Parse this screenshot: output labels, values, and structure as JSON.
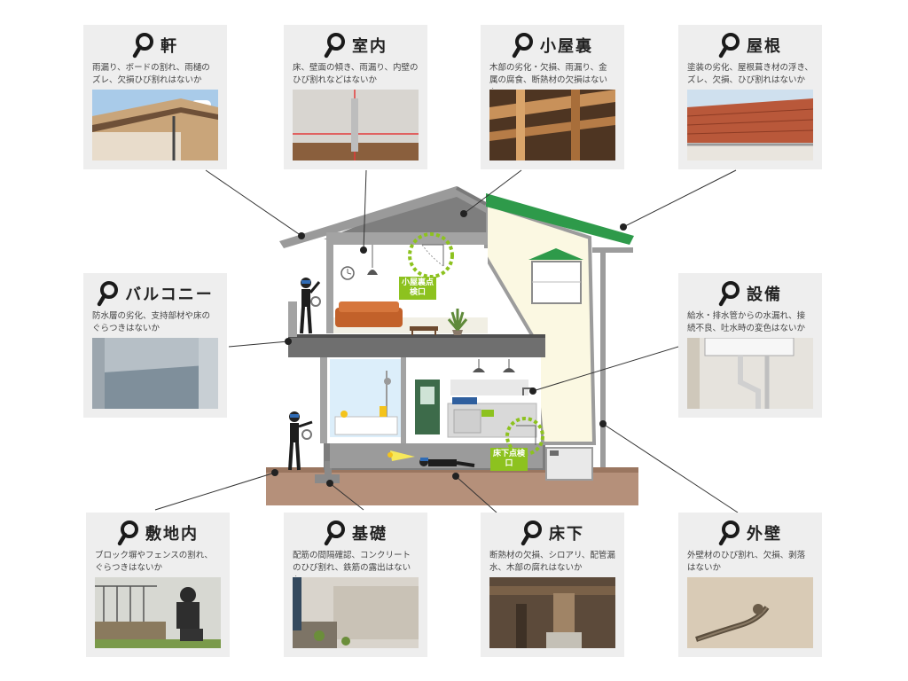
{
  "cards": [
    {
      "id": "eaves",
      "title": "軒",
      "description": "雨漏り、ボードの割れ、雨樋のズレ、欠損ひび割れはないか",
      "photo": "eaves-gutter-photo"
    },
    {
      "id": "interior",
      "title": "室内",
      "description": "床、壁面の傾き、雨漏り、内壁のひび割れなどはないか",
      "photo": "room-laser-level-photo"
    },
    {
      "id": "attic",
      "title": "小屋裏",
      "description": "木部の劣化・欠損、雨漏り、金属の腐食、断熱材の欠損はないか",
      "photo": "attic-timber-photo"
    },
    {
      "id": "roof",
      "title": "屋根",
      "description": "塗装の劣化、屋根葺き材の浮き、ズレ、欠損、ひび割れはないか",
      "photo": "roof-tiles-photo"
    },
    {
      "id": "balcony",
      "title": "バルコニー",
      "description": "防水層の劣化、支持部材や床のぐらつきはないか",
      "photo": "balcony-floor-photo"
    },
    {
      "id": "equipment",
      "title": "設備",
      "description": "給水・排水管からの水漏れ、接続不良、吐水時の変色はないか",
      "photo": "sink-pipes-photo"
    },
    {
      "id": "site",
      "title": "敷地内",
      "description": "ブロック塀やフェンスの割れ、ぐらつきはないか",
      "photo": "block-wall-photo"
    },
    {
      "id": "foundation",
      "title": "基礎",
      "description": "配筋の間隔確認、コンクリートのひび割れ、鉄筋の露出はないか",
      "photo": "foundation-photo"
    },
    {
      "id": "underfloor",
      "title": "床下",
      "description": "断熱材の欠損、シロアリ、配管漏水、木部の腐れはないか",
      "photo": "underfloor-photo"
    },
    {
      "id": "exterior",
      "title": "外壁",
      "description": "外壁材のひび割れ、欠損、剥落はないか",
      "photo": "exterior-wall-photo"
    }
  ],
  "hatches": {
    "attic": "小屋裏点検口",
    "underfloor": "床下点検口"
  },
  "colors": {
    "card_bg": "#eeeeee",
    "accent_green": "#8dc21f",
    "roof_green": "#2e9a4a",
    "ground_brown": "#b08a6e",
    "wall_gray": "#8c8c8c"
  }
}
